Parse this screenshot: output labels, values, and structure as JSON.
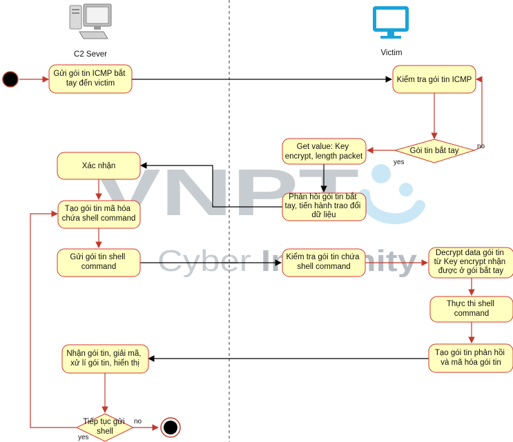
{
  "lanes": {
    "left": "C2 Sever",
    "right": "Victim"
  },
  "nodes": {
    "send_icmp": [
      "Gửi gói tin ICMP bắt",
      "tay đến victim"
    ],
    "check_icmp": [
      "Kiểm tra gói tin ICMP"
    ],
    "decision_handshake": [
      "Gói tin bắt tay"
    ],
    "get_value": [
      "Get value: Key",
      "encrypt, length packet"
    ],
    "confirm": [
      "Xác nhận"
    ],
    "reply_handshake": [
      "Phản hồi gói tin bắt",
      "tay, tiến hành trao đổi",
      "dữ liệu"
    ],
    "create_shell": [
      "Tạo gói tin mã hóa",
      "chứa shell command"
    ],
    "send_shell": [
      "Gửi gói tin shell",
      "command"
    ],
    "check_shell": [
      "Kiểm tra gói tin chứa",
      "shell command"
    ],
    "decrypt": [
      "Decrypt data gói tin",
      "từ Key encrypt nhận",
      "được ở gói bắt tay"
    ],
    "execute": [
      "Thực thi shell",
      "command"
    ],
    "create_reply": [
      "Tạo gói tin phản hồi",
      "và mã hóa gói tin"
    ],
    "receive_reply": [
      "Nhận gói tin, giải mã,",
      "xử lí gói tin, hiển thị"
    ],
    "decision_continue": [
      "Tiếp tục gửi",
      "shell"
    ]
  },
  "labels": {
    "no_handshake": "no",
    "yes_handshake": "yes",
    "no_continue": "no",
    "yes_continue": "yes"
  },
  "watermark": {
    "big": "VNPT",
    "small_regular": "Cyber ",
    "small_bold": "Immunity"
  },
  "colors": {
    "node_fill": "#ffffc0",
    "node_stroke": "#d0342c",
    "edge_red": "#c0392b",
    "edge_black": "#000000",
    "monitor_blue": "#1aa3d8"
  }
}
